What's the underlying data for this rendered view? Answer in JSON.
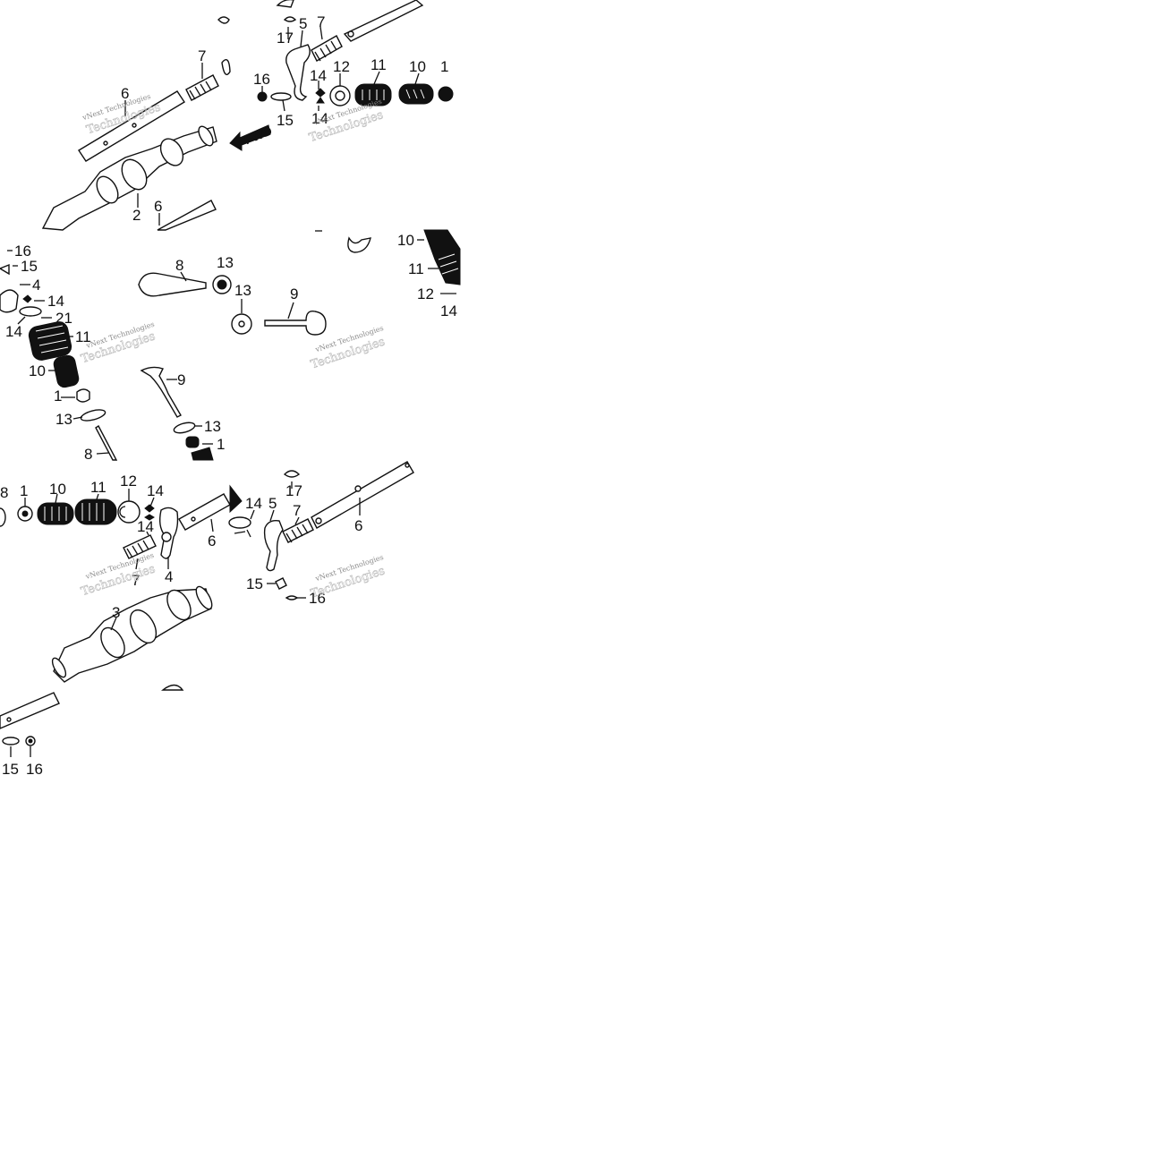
{
  "fwd_label": "FWD",
  "watermarks": [
    {
      "top": "vNext Technologies",
      "bottom": "Technologies"
    },
    {
      "top": "vNext Technologies",
      "bottom": "Technologies"
    },
    {
      "top": "vNext Technologies",
      "bottom": "Technologies"
    },
    {
      "top": "vNext Technologies",
      "bottom": "Technologies"
    },
    {
      "top": "vNext Technologies",
      "bottom": "Technologies"
    },
    {
      "top": "vNext Technologies",
      "bottom": "Technologies"
    }
  ],
  "callouts": {
    "t1": [
      "7",
      "6",
      "2",
      "6"
    ],
    "t2": [
      "17",
      "5",
      "7",
      "16",
      "14",
      "12",
      "11",
      "10",
      "1",
      "15",
      "14"
    ],
    "t4": [
      "16",
      "15",
      "4",
      "14",
      "21",
      "14",
      "11",
      "10",
      "1",
      "13",
      "8",
      "8",
      "13",
      "9",
      "13",
      "1"
    ],
    "t5": [
      "13",
      "9",
      "10",
      "11",
      "12",
      "14"
    ],
    "t7": [
      "8",
      "1",
      "10",
      "11",
      "12",
      "14",
      "14",
      "7",
      "4",
      "6",
      "3",
      "15",
      "16"
    ],
    "t8": [
      "14",
      "5",
      "17",
      "7",
      "6",
      "15",
      "16"
    ]
  }
}
